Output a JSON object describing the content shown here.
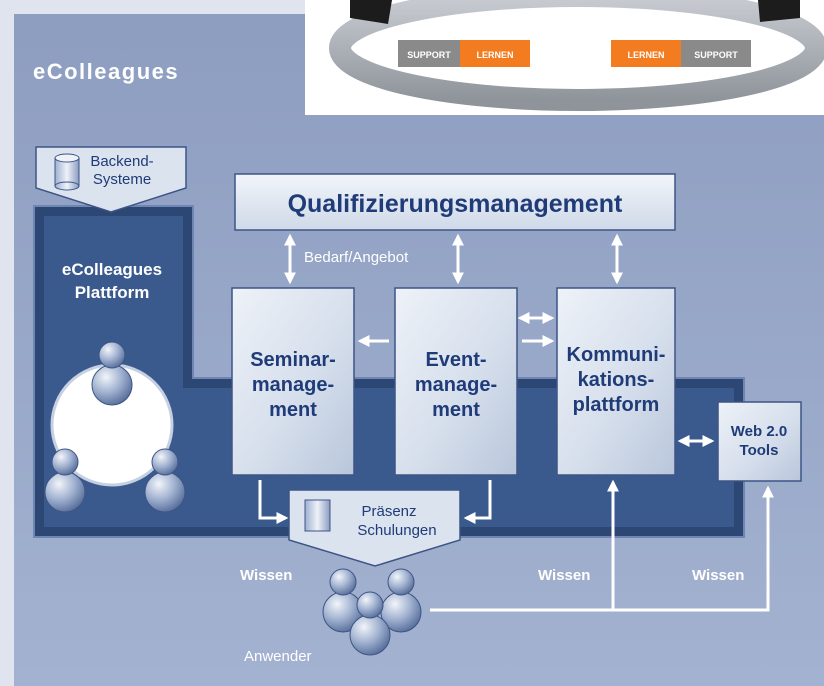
{
  "header": {
    "title": "eColleagues"
  },
  "banner": {
    "left_pill": {
      "support": "SUPPORT",
      "lernen": "LERNEN"
    },
    "right_pill": {
      "lernen": "LERNEN",
      "support": "SUPPORT"
    }
  },
  "backend": {
    "line1": "Backend-",
    "line2": "Systeme"
  },
  "platform": {
    "line1": "eColleagues",
    "line2": "Plattform"
  },
  "qualification": {
    "title": "Qualifizierungsmanagement"
  },
  "bedarf_label": "Bedarf/Angebot",
  "seminar": {
    "line1": "Seminar-",
    "line2": "manage-",
    "line3": "ment"
  },
  "event": {
    "line1": "Event-",
    "line2": "manage-",
    "line3": "ment"
  },
  "kommunikation": {
    "line1": "Kommuni-",
    "line2": "kations-",
    "line3": "plattform"
  },
  "web": {
    "line1": "Web 2.0",
    "line2": "Tools"
  },
  "praesenz": {
    "line1": "Präsenz",
    "line2": "Schulungen"
  },
  "wissen": {
    "left": "Wissen",
    "middle": "Wissen",
    "right": "Wissen"
  },
  "anwender_label": "Anwender",
  "colors": {
    "background": "#98a8c9",
    "platform_dark": "#2d4774",
    "platform_mid": "#3a5a8e",
    "box_light": "#dbe3ef",
    "title_text": "#1f3b78",
    "orange": "#f47c20",
    "grey_pill": "#8a8a8a"
  }
}
